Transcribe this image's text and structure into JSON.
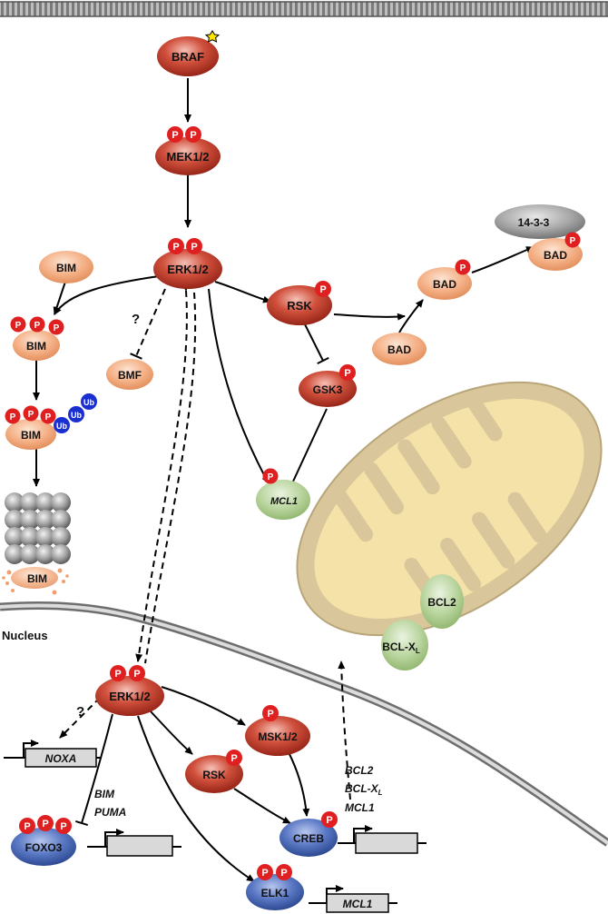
{
  "colors": {
    "kinase_red": "#c0392b",
    "pro_apoptotic_orange": "#f0a070",
    "anti_apoptotic_green": "#a9c98a",
    "transcription_blue": "#3d5fa8",
    "phospho_red": "#e02020",
    "ubiquitin_blue": "#1a2fd0",
    "mitochondrion_tan": "#d9c79b",
    "membrane_gray": "#8a8a8a"
  },
  "nodes": {
    "braf": "BRAF",
    "mek": "MEK1/2",
    "erk_cyto": "ERK1/2",
    "bim_1": "BIM",
    "bim_2": "BIM",
    "bim_3": "BIM",
    "bim_4": "BIM",
    "bmf": "BMF",
    "rsk_cyto": "RSK",
    "gsk3": "GSK3",
    "mcl1": "MCL1",
    "bad_1": "BAD",
    "bad_2": "BAD",
    "bad_3": "BAD",
    "p1433": "14-3-3",
    "bcl2": "BCL2",
    "bclxl_main": "BCL-X",
    "bclxl_sub": "L",
    "erk_nuc": "ERK1/2",
    "msk": "MSK1/2",
    "rsk_nuc": "RSK",
    "foxo3": "FOXO3",
    "creb": "CREB",
    "elk1": "ELK1"
  },
  "labels": {
    "nucleus": "Nucleus",
    "phospho": "P",
    "ubiquitin": "Ub",
    "question": "?"
  },
  "genes": {
    "noxa": "NOXA",
    "mcl1_box": "MCL1",
    "foxo3_targets": [
      "BIM",
      "PUMA"
    ],
    "creb_targets": [
      "BCL2",
      "BCL-X",
      "MCL1"
    ],
    "creb_target_sub": "L"
  }
}
